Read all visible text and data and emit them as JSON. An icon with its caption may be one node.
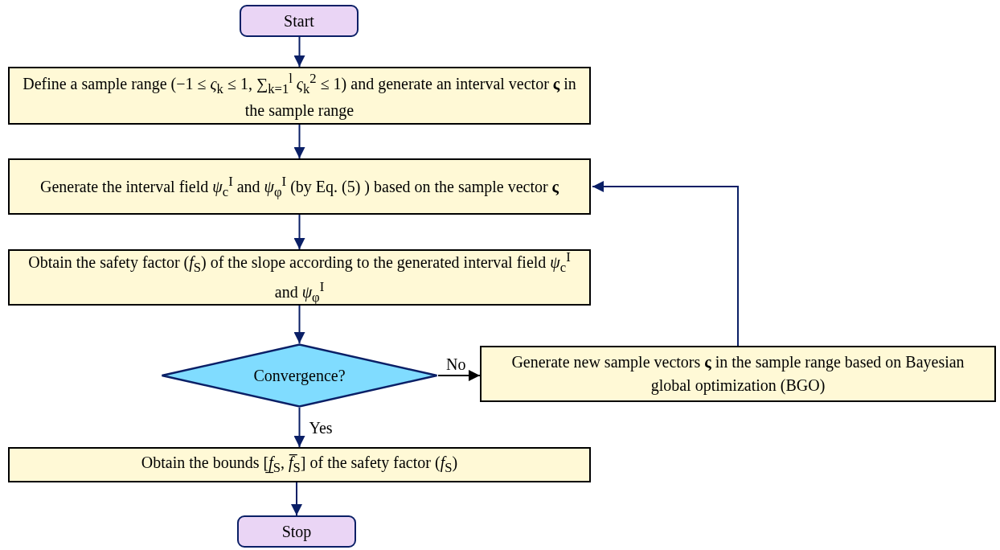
{
  "diagram": {
    "nodes": [
      {
        "text": [
          "Start"
        ]
      },
      {
        "text": [
          "Define a sample range (−1 ≤ *ς*$_{k}$ ≤ 1, ∑$_{k=1}$$^{l}$ *ς*$_{k}$$^{2}$ ≤ 1) and generate an interval vector **ς** in the sample range"
        ]
      },
      {
        "text": [
          "Generate the interval field *ψ*$_{c}$$^{I}$ and *ψ*$_{φ}$$^{I}$ (by Eq. (5) ) based on the sample vector **ς**"
        ]
      },
      {
        "text": [
          "Obtain the safety factor (*f*$_{S}$) of the slope according to the generated interval field *ψ*$_{c}$$^{I}$ and *ψ*$_{φ}$$^{I}$"
        ]
      },
      {
        "text": [
          "Convergence?"
        ]
      },
      {
        "text": [
          "Generate new sample vectors **ς** in the sample range based on Bayesian global optimization (BGO)"
        ]
      },
      {
        "text": [
          "Obtain the bounds [*f̲*$_{S}$, *f̅*$_{S}$] of the safety factor (*f*$_{S}$)"
        ]
      },
      {
        "text": [
          "Stop"
        ]
      }
    ],
    "edges": [
      {
        "from": 0,
        "to": 1,
        "arrow": "to"
      },
      {
        "from": 1,
        "to": 2,
        "arrow": "to"
      },
      {
        "from": 2,
        "to": 3,
        "arrow": "to"
      },
      {
        "from": 3,
        "to": 4,
        "arrow": "to"
      },
      {
        "from": 4,
        "to": 5,
        "arrow": "to",
        "label": "No",
        "color": "#000000"
      },
      {
        "from": 5,
        "to": 2,
        "arrow": "to"
      },
      {
        "from": 4,
        "to": 6,
        "arrow": "to",
        "label": "Yes"
      },
      {
        "from": 6,
        "to": 7,
        "arrow": "to"
      }
    ]
  }
}
